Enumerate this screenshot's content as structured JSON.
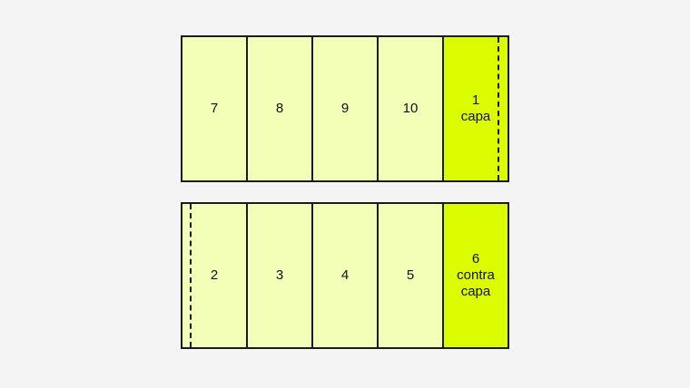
{
  "colors": {
    "background": "#f4f4f4",
    "page_fill": "#f3ffb6",
    "cover_fill": "#dcfc00",
    "stroke": "#1a1a1a"
  },
  "top_strip": {
    "pages": [
      {
        "number": "7"
      },
      {
        "number": "8"
      },
      {
        "number": "9"
      },
      {
        "number": "10"
      },
      {
        "number": "1",
        "caption": "capa"
      }
    ]
  },
  "bottom_strip": {
    "pages": [
      {
        "number": "2"
      },
      {
        "number": "3"
      },
      {
        "number": "4"
      },
      {
        "number": "5"
      },
      {
        "number": "6",
        "caption": "contra",
        "caption2": "capa"
      }
    ]
  }
}
